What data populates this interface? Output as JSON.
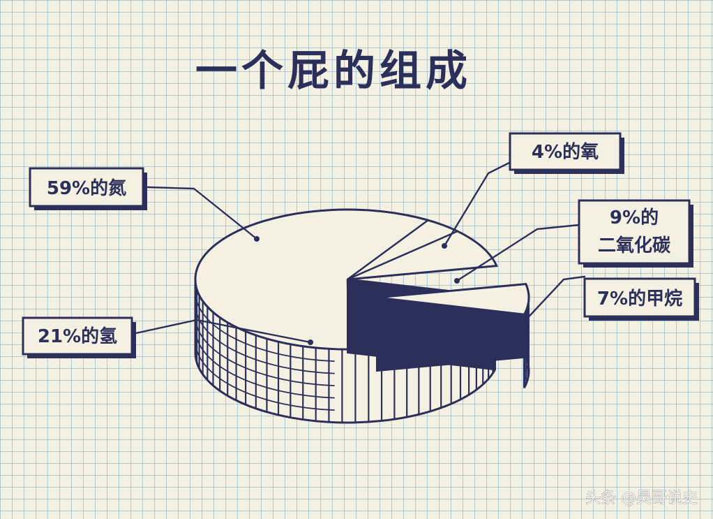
{
  "chart_data": {
    "type": "pie",
    "title": "一个屁的组成",
    "slices": [
      {
        "name": "氮",
        "value": 59,
        "label": "59%的氮"
      },
      {
        "name": "氢",
        "value": 21,
        "label": "21%的氢"
      },
      {
        "name": "氧",
        "value": 4,
        "label": "4%的氧"
      },
      {
        "name": "二氧化碳",
        "value": 9,
        "label_lines": [
          "9%的",
          "二氧化碳"
        ]
      },
      {
        "name": "甲烷",
        "value": 7,
        "label": "7%的甲烷"
      }
    ]
  },
  "watermark": "头条 @昊哥说史",
  "colors": {
    "ink": "#2b2f5a",
    "paper": "#f4f1e3",
    "grid": "#78aac8"
  }
}
